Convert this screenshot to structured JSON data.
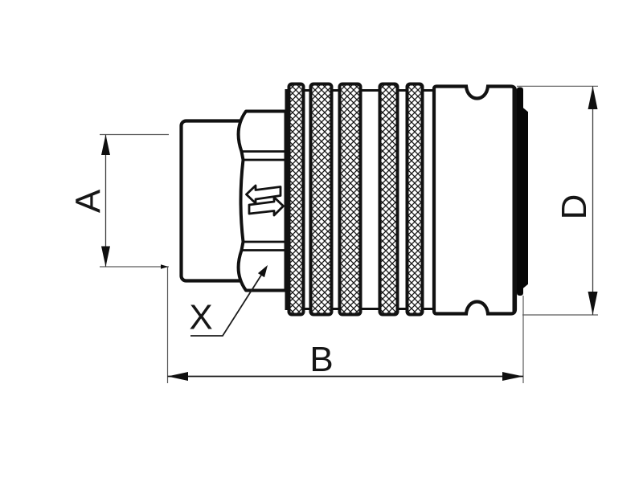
{
  "drawing": {
    "kind": "technical-drawing",
    "background": "#ffffff",
    "line_color": "#111111",
    "labels": {
      "dim_a": "A",
      "dim_b": "B",
      "dim_d": "D",
      "callout_x": "X"
    }
  }
}
